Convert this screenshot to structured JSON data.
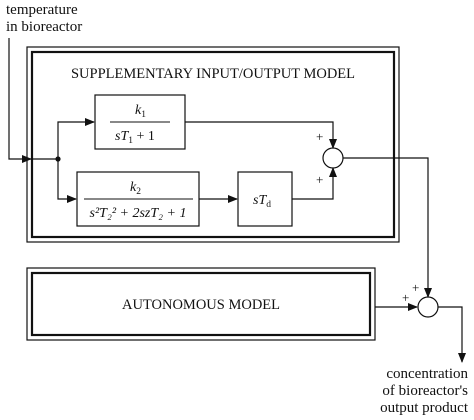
{
  "input": {
    "line1": "temperature",
    "line2": "in bioreactor"
  },
  "supplementary": {
    "title": "SUPPLEMENTARY INPUT/OUTPUT MODEL",
    "block1": {
      "num_k": "k",
      "num_sub": "1",
      "den_s": "s",
      "den_T": "T",
      "den_sub": "1",
      "den_tail": " + 1"
    },
    "block2": {
      "num_k": "k",
      "num_sub": "2",
      "den_text": "s²T₂² + 2szT₂ + 1"
    },
    "block3": {
      "s": "s",
      "T": "T",
      "sub": "d"
    },
    "sum_signs": [
      "+",
      "+"
    ]
  },
  "autonomous": {
    "title": "AUTONOMOUS MODEL"
  },
  "final_sum_signs": [
    "+",
    "+"
  ],
  "output": {
    "line1": "concentration",
    "line2": "of bioreactor's",
    "line3": "output product"
  }
}
